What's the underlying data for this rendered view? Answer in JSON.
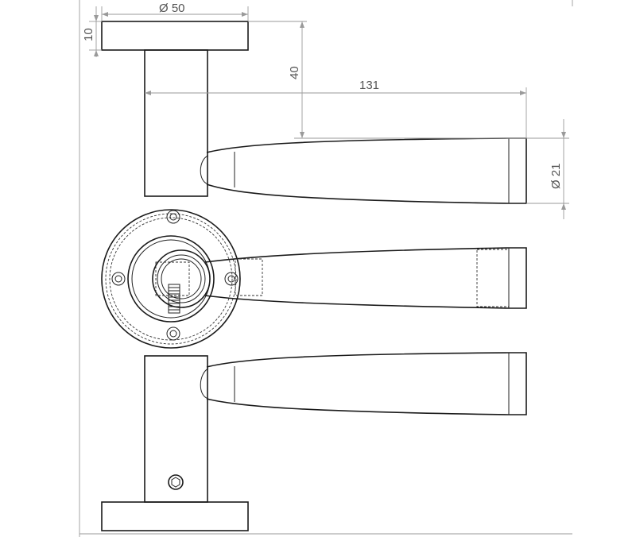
{
  "dimensions": {
    "rose_diameter": "Ø 50",
    "rose_thickness": "10",
    "projection": "40",
    "lever_length": "131",
    "grip_diameter": "Ø 21"
  },
  "colors": {
    "line": "#1a1a1a",
    "dimension": "#9a9a9a",
    "text": "#555555"
  }
}
